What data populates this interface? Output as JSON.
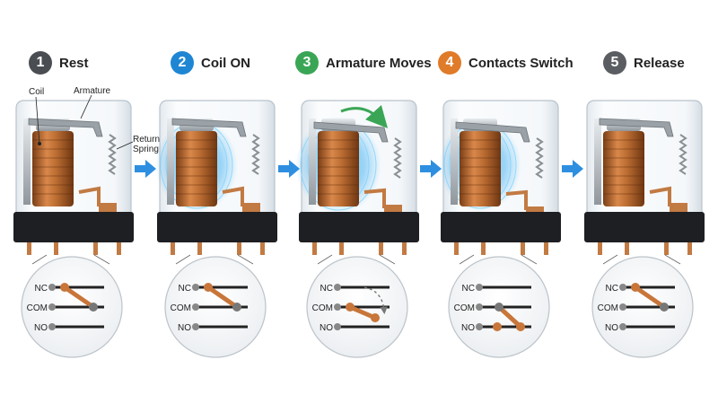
{
  "steps": [
    {
      "number": "1",
      "label": "Rest",
      "color": "#4a4d52",
      "state": "rest"
    },
    {
      "number": "2",
      "label": "Coil ON",
      "color": "#1f86d4",
      "state": "coil_on"
    },
    {
      "number": "3",
      "label": "Armature Moves",
      "color": "#3aa655",
      "state": "armature_moves"
    },
    {
      "number": "4",
      "label": "Contacts Switch",
      "color": "#e07b2a",
      "state": "contacts_switch"
    },
    {
      "number": "5",
      "label": "Release",
      "color": "#5a5d62",
      "state": "release"
    }
  ],
  "callouts": {
    "coil": "Coil",
    "armature": "Armature",
    "return_spring_line1": "Return",
    "return_spring_line2": "Spring"
  },
  "contacts": {
    "nc": "NC",
    "com": "COM",
    "no": "NO"
  },
  "colors": {
    "copper": "#c8763a",
    "copper_dark": "#8a4a1d",
    "field_blue": "#2aa7f0",
    "arrow_blue": "#2e8fe0",
    "base_black": "#1e1f22",
    "pin_copper": "#c27a43"
  }
}
